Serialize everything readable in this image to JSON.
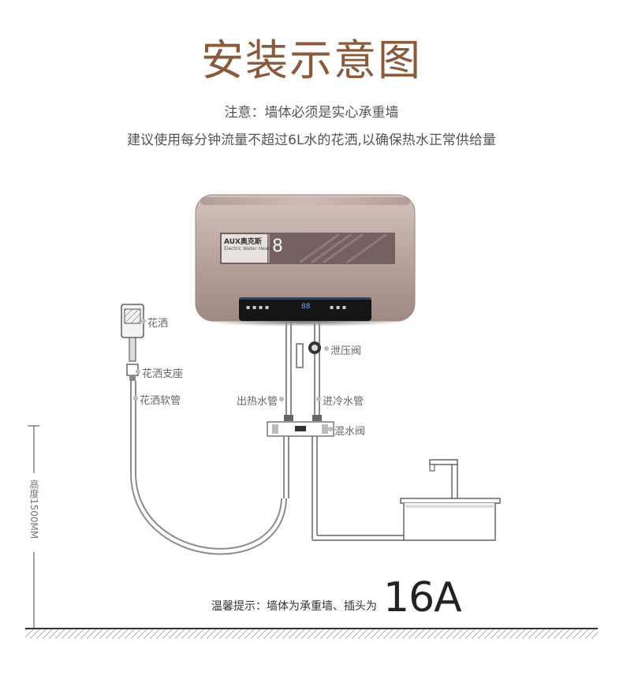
{
  "title": "安装示意图",
  "notes": {
    "line1": "注意：墙体必须是实心承重墙",
    "line2": "建议使用每分钟流量不超过6L水的花洒,以确保热水正常供给量"
  },
  "heater": {
    "brand": "AUX奥克斯",
    "subtitle": "Electric Water Heater",
    "display_digit": "8",
    "panel_readout": "88"
  },
  "labels": {
    "shower_head": "花洒",
    "shower_holder": "花洒支座",
    "shower_hose": "花洒软管",
    "relief_valve": "泄压阀",
    "hot_pipe": "出热水管",
    "cold_pipe": "进冷水管",
    "mixing_valve": "混水阀"
  },
  "height_label": "高度1500MM",
  "tip": {
    "text": "温馨提示：墙体为承重墙、插头为",
    "big": "16A"
  },
  "colors": {
    "title": "#8a5a3c",
    "heater_body": "#b8a29c",
    "panel": "#1a1a1a",
    "pipe": "#8c8c8c"
  }
}
